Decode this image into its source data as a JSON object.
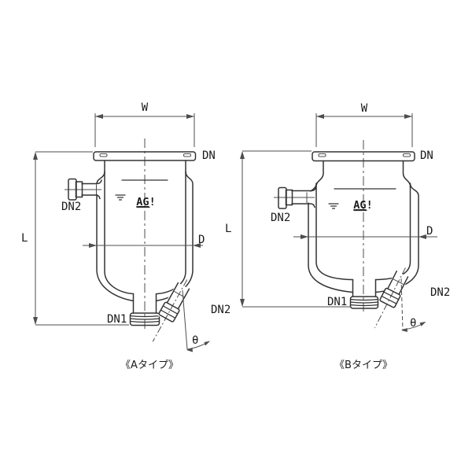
{
  "colors": {
    "background": "#ffffff",
    "line": "#333333",
    "dim_line": "#4d4d4d",
    "text": "#1a1a1a"
  },
  "diagrams": [
    {
      "caption": "《Aタイプ》",
      "logo": {
        "underlined": "AG",
        "mark": "!"
      },
      "labels": {
        "width": "W",
        "length": "L",
        "diameter": "D",
        "top_flange": "DN",
        "upper_side_nozzle": "DN2",
        "bottom_outlet": "DN1",
        "lower_side_nozzle": "DN2",
        "angle": "θ"
      }
    },
    {
      "caption": "《Bタイプ》",
      "logo": {
        "underlined": "AG",
        "mark": "!"
      },
      "labels": {
        "width": "W",
        "length": "L",
        "diameter": "D",
        "top_flange": "DN",
        "upper_side_nozzle": "DN2",
        "bottom_outlet": "DN1",
        "lower_side_nozzle": "DN2",
        "angle": "θ"
      }
    }
  ]
}
